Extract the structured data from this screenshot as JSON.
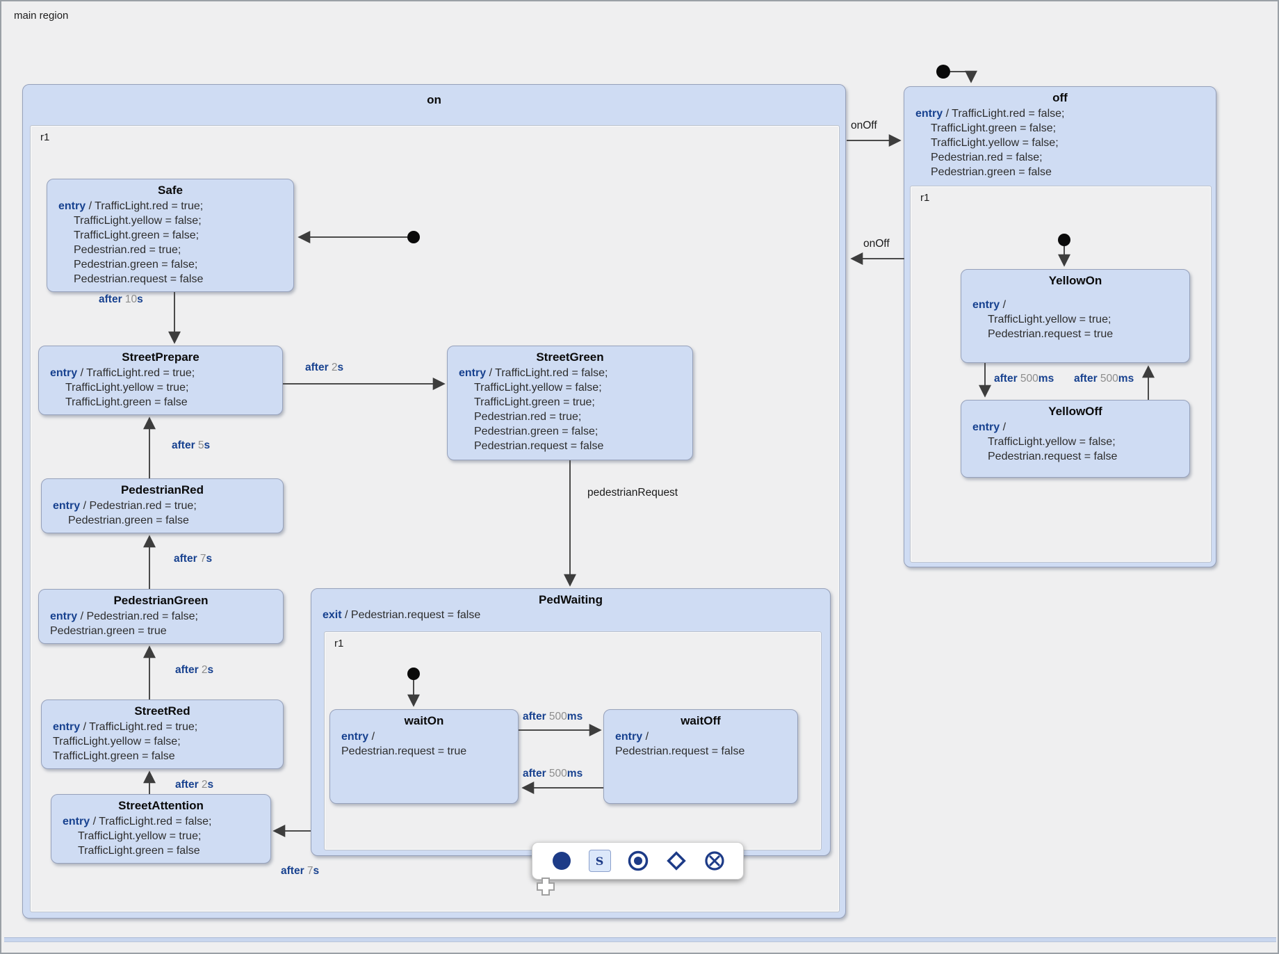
{
  "main_region": {
    "label": "main region"
  },
  "colors": {
    "state_fill": "#cfdcf3",
    "keyword": "#17418f",
    "number": "#8d8d8d",
    "wire": "#3d3d3d",
    "background": "#efeff0"
  },
  "states": {
    "on": {
      "title": "on",
      "region_label": "r1"
    },
    "safe": {
      "title": "Safe",
      "lines": [
        {
          "k": "entry",
          "t": "TrafficLight.red = true;"
        },
        {
          "t": "TrafficLight.yellow = false;",
          "i": 1
        },
        {
          "t": "TrafficLight.green = false;",
          "i": 1
        },
        {
          "t": "Pedestrian.red = true;",
          "i": 1
        },
        {
          "t": "Pedestrian.green = false;",
          "i": 1
        },
        {
          "t": "Pedestrian.request = false",
          "i": 1
        }
      ]
    },
    "street_prepare": {
      "title": "StreetPrepare",
      "lines": [
        {
          "k": "entry",
          "t": "TrafficLight.red = true;"
        },
        {
          "t": "TrafficLight.yellow = true;",
          "i": 1
        },
        {
          "t": "TrafficLight.green = false",
          "i": 1
        }
      ]
    },
    "street_green": {
      "title": "StreetGreen",
      "lines": [
        {
          "k": "entry",
          "t": "TrafficLight.red = false;"
        },
        {
          "t": "TrafficLight.yellow = false;",
          "i": 1
        },
        {
          "t": "TrafficLight.green = true;",
          "i": 1
        },
        {
          "t": "Pedestrian.red = true;",
          "i": 1
        },
        {
          "t": "Pedestrian.green = false;",
          "i": 1
        },
        {
          "t": "Pedestrian.request = false",
          "i": 1
        }
      ]
    },
    "pedestrian_red": {
      "title": "PedestrianRed",
      "lines": [
        {
          "k": "entry",
          "t": "Pedestrian.red = true;"
        },
        {
          "t": "Pedestrian.green = false",
          "i": 1
        }
      ]
    },
    "pedestrian_green": {
      "title": "PedestrianGreen",
      "lines": [
        {
          "k": "entry",
          "t": "Pedestrian.red = false;"
        },
        {
          "t": "Pedestrian.green = true"
        }
      ]
    },
    "street_red": {
      "title": "StreetRed",
      "lines": [
        {
          "k": "entry",
          "t": "TrafficLight.red = true;"
        },
        {
          "t": "TrafficLight.yellow = false;"
        },
        {
          "t": "TrafficLight.green = false"
        }
      ]
    },
    "street_attention": {
      "title": "StreetAttention",
      "lines": [
        {
          "k": "entry",
          "t": "TrafficLight.red = false;"
        },
        {
          "t": "TrafficLight.yellow = true;",
          "i": 1
        },
        {
          "t": "TrafficLight.green = false",
          "i": 1
        }
      ]
    },
    "ped_waiting": {
      "title": "PedWaiting",
      "region_label": "r1",
      "exit_lines": [
        {
          "k": "exit",
          "t": "Pedestrian.request = false"
        }
      ]
    },
    "wait_on": {
      "title": "waitOn",
      "lines": [
        {
          "k": "entry",
          "t": ""
        },
        {
          "t": "Pedestrian.request = true"
        }
      ]
    },
    "wait_off": {
      "title": "waitOff",
      "lines": [
        {
          "k": "entry",
          "t": ""
        },
        {
          "t": "Pedestrian.request = false"
        }
      ]
    },
    "off": {
      "title": "off",
      "region_label": "r1",
      "lines": [
        {
          "k": "entry",
          "t": "TrafficLight.red = false;"
        },
        {
          "t": "TrafficLight.green = false;",
          "i": 1
        },
        {
          "t": "TrafficLight.yellow = false;",
          "i": 1
        },
        {
          "t": "Pedestrian.red = false;",
          "i": 1
        },
        {
          "t": "Pedestrian.green = false",
          "i": 1
        }
      ]
    },
    "yellow_on": {
      "title": "YellowOn",
      "lines": [
        {
          "k": "entry",
          "t": ""
        },
        {
          "t": "TrafficLight.yellow = true;",
          "i": 1
        },
        {
          "t": "Pedestrian.request = true",
          "i": 1
        }
      ]
    },
    "yellow_off": {
      "title": "YellowOff",
      "lines": [
        {
          "k": "entry",
          "t": ""
        },
        {
          "t": "TrafficLight.yellow = false;",
          "i": 1
        },
        {
          "t": "Pedestrian.request = false",
          "i": 1
        }
      ]
    }
  },
  "labels": {
    "safe_to_street_prepare": {
      "kw1": "after",
      "num": " 10",
      "kw2": "s"
    },
    "street_prepare_to_street_green": {
      "kw1": "after",
      "num": " 2",
      "kw2": "s"
    },
    "pedestrian_red_to_street_prepare": {
      "kw1": "after",
      "num": " 5",
      "kw2": "s"
    },
    "pedestrian_green_to_pedestrian_red": {
      "kw1": "after",
      "num": " 7",
      "kw2": "s"
    },
    "street_red_to_pedestrian_green": {
      "kw1": "after",
      "num": " 2",
      "kw2": "s"
    },
    "street_attention_to_street_red": {
      "kw1": "after",
      "num": " 2",
      "kw2": "s"
    },
    "ped_waiting_to_street_attention": {
      "kw1": "after",
      "num": " 7",
      "kw2": "s"
    },
    "street_green_to_ped_waiting": {
      "text": "pedestrianRequest"
    },
    "on_to_off": {
      "text": "onOff"
    },
    "off_to_on": {
      "text": "onOff"
    },
    "wait_on_to_wait_off": {
      "kw1": "after",
      "num": " 500",
      "kw2": "ms"
    },
    "wait_off_to_wait_on": {
      "kw1": "after",
      "num": " 500",
      "kw2": "ms"
    },
    "yellow_on_to_yellow_off": {
      "kw1": "after",
      "num": " 500",
      "kw2": "ms"
    },
    "yellow_off_to_yellow_on": {
      "kw1": "after",
      "num": " 500",
      "kw2": "ms"
    }
  },
  "palette": {
    "state_tool_label": "S",
    "tools": [
      "initial-state-tool",
      "state-tool",
      "final-state-tool",
      "choice-tool",
      "exit-point-tool"
    ]
  }
}
